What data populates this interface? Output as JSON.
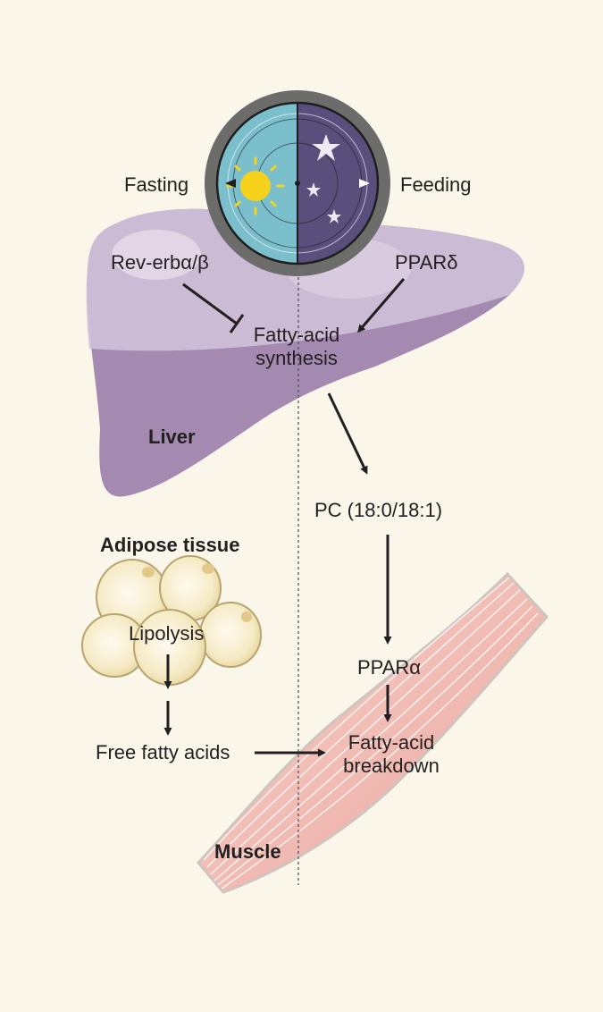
{
  "clock": {
    "left_label": "Fasting",
    "right_label": "Feeding",
    "left_color": "#7bbfcc",
    "right_color": "#5a4e7c"
  },
  "liver": {
    "name": "Liver",
    "inhibitor": "Rev-erbα/β",
    "activator": "PPARδ",
    "process_line1": "Fatty-acid",
    "process_line2": "synthesis",
    "color": "#a48ab0"
  },
  "metabolite": "PC (18:0/18:1)",
  "adipose": {
    "title": "Adipose tissue",
    "process": "Lipolysis",
    "product": "Free fatty acids",
    "color": "#f3e6bc"
  },
  "muscle": {
    "name": "Muscle",
    "receptor": "PPARα",
    "process_line1": "Fatty-acid",
    "process_line2": "breakdown",
    "color": "#f0b8b0"
  }
}
